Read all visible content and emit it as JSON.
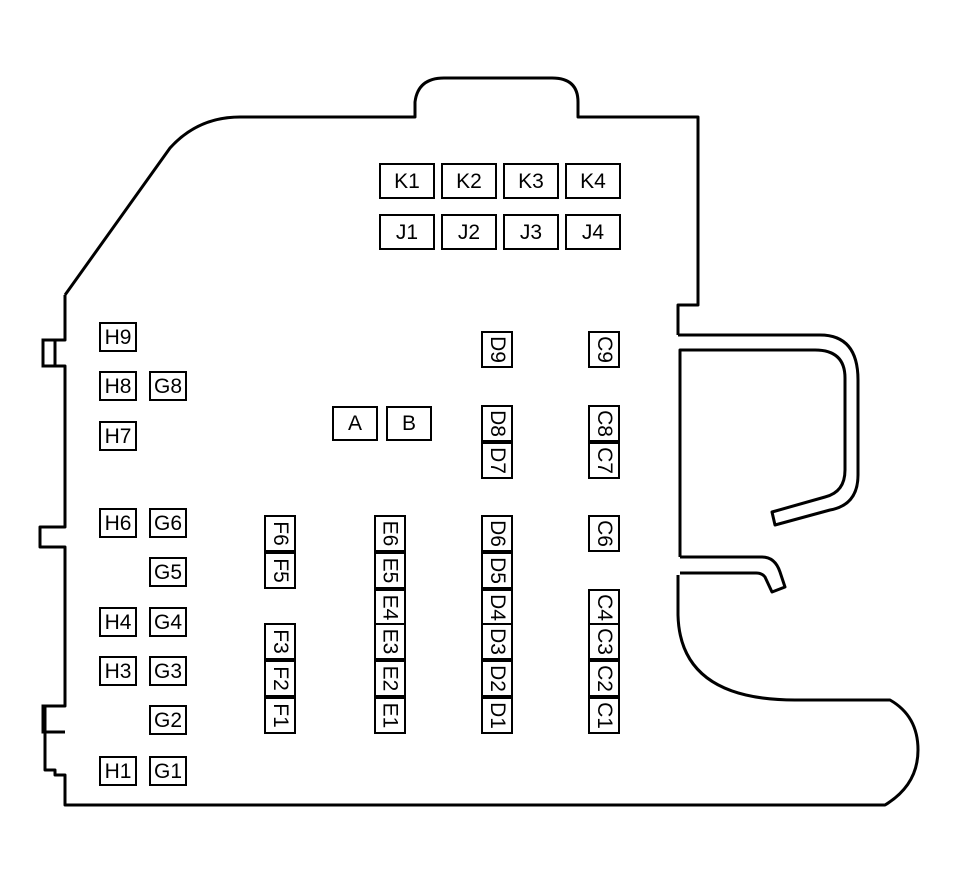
{
  "colors": {
    "line": "#000000",
    "background": "#ffffff"
  },
  "row_k": [
    "K1",
    "K2",
    "K3",
    "K4"
  ],
  "row_j": [
    "J1",
    "J2",
    "J3",
    "J4"
  ],
  "col_h": [
    "H9",
    "H8",
    "H7",
    "H6",
    "H4",
    "H3",
    "H1"
  ],
  "col_g": [
    "G8",
    "G6",
    "G5",
    "G4",
    "G3",
    "G2",
    "G1"
  ],
  "relays": [
    "A",
    "B"
  ],
  "col_f": [
    "F6",
    "F5",
    "F3",
    "F2",
    "F1"
  ],
  "col_e": [
    "E6",
    "E5",
    "E4",
    "E3",
    "E2",
    "E1"
  ],
  "col_d": [
    "D9",
    "D8",
    "D7",
    "D6",
    "D5",
    "D4",
    "D3",
    "D2",
    "D1"
  ],
  "col_c": [
    "C9",
    "C8",
    "C7",
    "C6",
    "C4",
    "C3",
    "C2",
    "C1"
  ]
}
